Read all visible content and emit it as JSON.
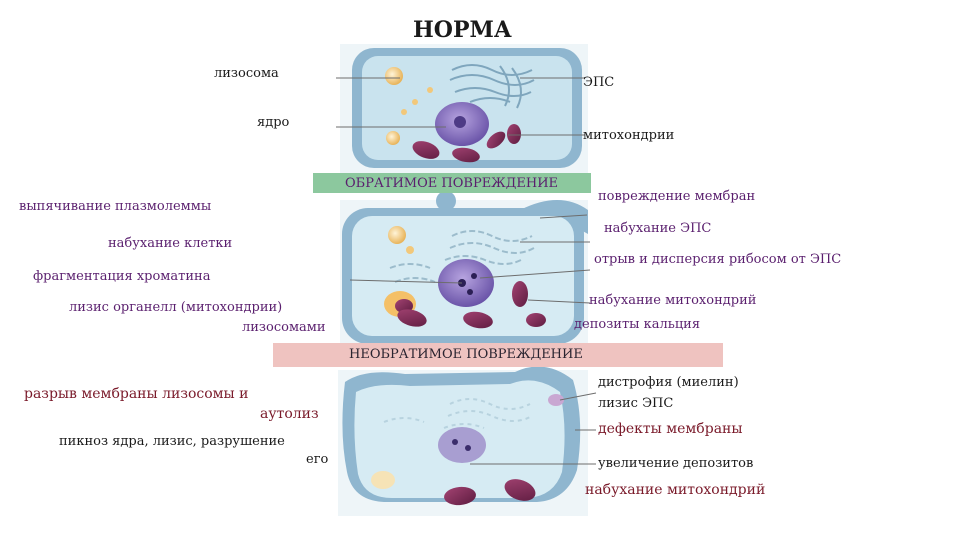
{
  "title": "НОРМА",
  "section1": {
    "left": {
      "lysosome": "лизосома",
      "nucleus": "ядро"
    },
    "right": {
      "er": "ЭПС",
      "mito": "митохондрии"
    }
  },
  "banner_reversible": "ОБРАТИМОЕ  ПОВРЕЖДЕНИЕ",
  "section2": {
    "left": {
      "bulge": "выпячивание плазмолеммы",
      "swell": "набухание  клетки",
      "chromatin": "фрагментация хроматина",
      "lysis1": "лизис  органелл  (митохондрии)",
      "lysis2": "лизосомами"
    },
    "right": {
      "membranes": "повреждение мембран",
      "er_swell": "набухание ЭПС",
      "ribosomes": "отрыв и дисперсия рибосом от ЭПС",
      "mito_swell": "набухание  митохондрий",
      "calcium": "депозиты кальция"
    }
  },
  "banner_irreversible": "НЕОБРАТИМОЕ ПОВРЕЖДЕНИЕ",
  "section3": {
    "left": {
      "rupture1": "разрыв   мембраны  лизосомы и",
      "rupture2": "аутолиз",
      "pyknosis1": "пикноз ядра, лизис, разрушение",
      "pyknosis2": "его"
    },
    "right": {
      "dystrophy": "дистрофия (миелин)",
      "er_lysis": "лизис ЭПС",
      "defects": "дефекты   мембраны",
      "deposits": "увеличение депозитов",
      "mito_swell": "набухание   митохондрий"
    }
  },
  "colors": {
    "cell_wall": "#8fb6cf",
    "cell_fill": "#c9e3ee",
    "nucleus": "#8a73c2",
    "mito": "#7d2a57",
    "lysosome": "#f2c87a",
    "banner_green": "#8cc89e",
    "banner_pink": "#efc3c0"
  }
}
